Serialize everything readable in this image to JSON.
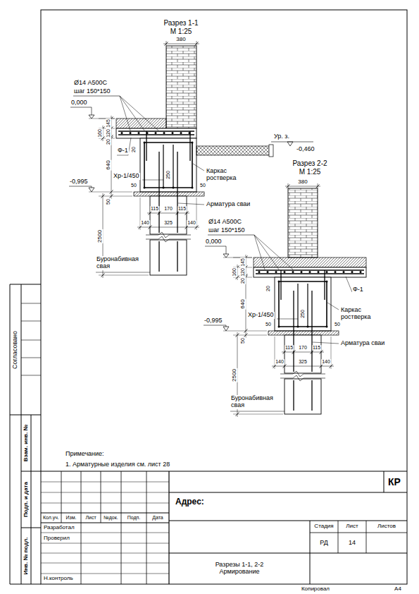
{
  "diagram": {
    "title": "Разрезы 1-1, 2-2 Армирование",
    "labels": [
      "Разрез 1-1",
      "М 1:25",
      "380",
      "Ø14 А500С",
      "шаг 150*150",
      "0,000",
      "145",
      "120",
      "160",
      "20",
      "Ф-1",
      "20",
      "640",
      "Ур. з.",
      "-0,460",
      "-0,995",
      "50",
      "Хр-1/450",
      "50",
      "250",
      "50",
      "Каркас ростверка",
      "Арматура сваи",
      "115",
      "170",
      "115",
      "140",
      "325",
      "140",
      "2500",
      "Буронабивная свая",
      "Разрез 2-2",
      "М 1:25",
      "380",
      "Ø14 А500С",
      "шаг 150*150",
      "0,000",
      "145",
      "120",
      "160",
      "20",
      "20",
      "Ф-1",
      "640",
      "-0,995",
      "50",
      "Хр-1/450",
      "50",
      "250",
      "50",
      "Каркас ростверка",
      "Арматура сваи",
      "115",
      "170",
      "115",
      "140",
      "325",
      "140",
      "2500",
      "Буронабивная свая",
      "Примечание:",
      "1. Арматурные изделия см. лист 28",
      "КР",
      "Адрес:",
      "Кол.уч.",
      "Изм.",
      "Лист",
      "№док.",
      "Подп.",
      "Дата",
      "Разработал",
      "Проверил",
      "Н.контроль",
      "Стадия",
      "Лист",
      "Листов",
      "РД",
      "14",
      "Копировал",
      "А4",
      "Согласовано",
      "Взам. инв. №",
      "Подп. и дата",
      "Инв. № подл."
    ]
  }
}
